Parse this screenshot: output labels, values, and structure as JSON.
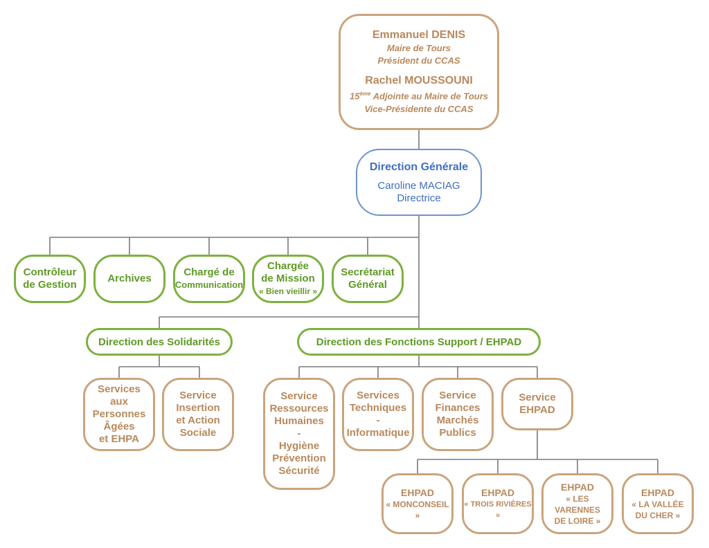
{
  "top": {
    "person1_name": "Emmanuel DENIS",
    "person1_role1": "Maire de Tours",
    "person1_role2": "Président du CCAS",
    "person2_name": "Rachel MOUSSOUNI",
    "person2_role1_ord": "15",
    "person2_role1_sup": "ème",
    "person2_role1": "Adjointe au Maire de Tours",
    "person2_role2": "Vice-Présidente du CCAS"
  },
  "dg": {
    "title": "Direction Générale",
    "name": "Caroline MACIAG",
    "role": "Directrice"
  },
  "staff": [
    {
      "lines": [
        "Contrôleur",
        "de Gestion"
      ]
    },
    {
      "lines": [
        "Archives"
      ]
    },
    {
      "lines": [
        "Chargé de",
        "Communication"
      ]
    },
    {
      "lines": [
        "Chargée",
        "de Mission",
        "« Bien vieillir »"
      ]
    },
    {
      "lines": [
        "Secrétariat",
        "Général"
      ]
    }
  ],
  "directions": {
    "solidarites": "Direction des Solidarités",
    "support": "Direction des Fonctions Support / EHPAD"
  },
  "services_solidarites": [
    {
      "lines": [
        "Services",
        "aux Personnes",
        "Âgées",
        "et EHPA"
      ]
    },
    {
      "lines": [
        "Service",
        "Insertion",
        "et Action",
        "Sociale"
      ]
    }
  ],
  "services_support": [
    {
      "lines": [
        "Service",
        "Ressources",
        "Humaines",
        "-",
        "Hygiène",
        "Prévention",
        "Sécurité"
      ]
    },
    {
      "lines": [
        "Services",
        "Techniques",
        "-",
        "Informatique"
      ]
    },
    {
      "lines": [
        "Service",
        "Finances",
        "Marchés",
        "Publics"
      ]
    },
    {
      "lines": [
        "Service",
        "EHPAD"
      ]
    }
  ],
  "ehpads": [
    {
      "lines": [
        "EHPAD",
        "« MONCONSEIL »"
      ]
    },
    {
      "lines": [
        "EHPAD",
        "« TROIS RIVIÈRES »"
      ]
    },
    {
      "lines": [
        "EHPAD",
        "« LES VARENNES",
        "DE LOIRE »"
      ]
    },
    {
      "lines": [
        "EHPAD",
        "« LA VALLÉE",
        "DU CHER »"
      ]
    }
  ],
  "colors": {
    "tan": "#c9a47e",
    "green": "#7db13f",
    "blue": "#6d93cf",
    "connector": "#7a7a7a"
  }
}
